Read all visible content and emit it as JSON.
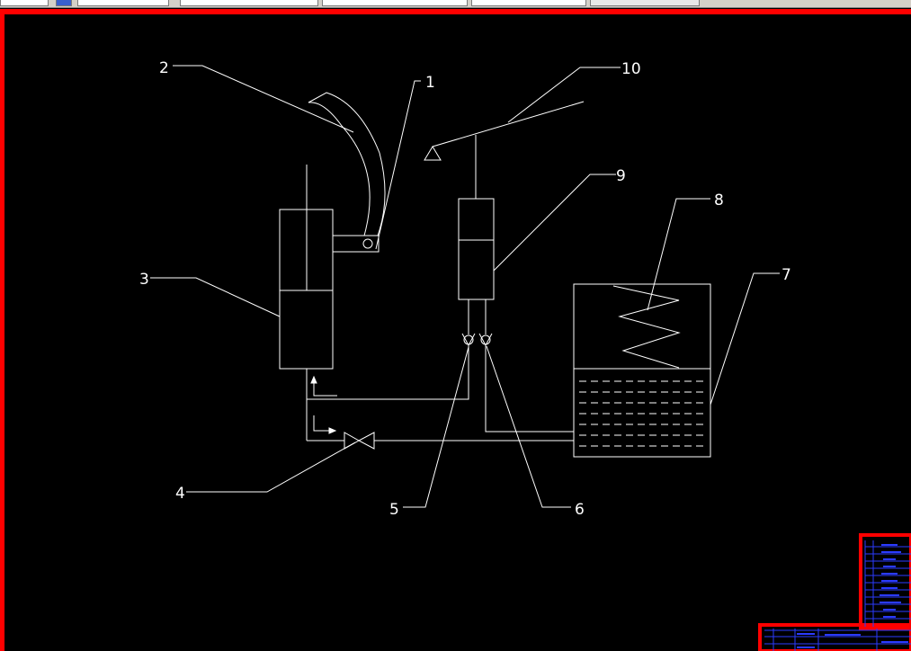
{
  "window": {
    "tab_count": 6
  },
  "colors": {
    "background": "#000000",
    "frame": "#ff0000",
    "lines": "#ffffff",
    "title_block": "#2b3bff"
  },
  "diagram": {
    "labels": [
      {
        "id": "1",
        "text": "1"
      },
      {
        "id": "2",
        "text": "2"
      },
      {
        "id": "3",
        "text": "3"
      },
      {
        "id": "4",
        "text": "4"
      },
      {
        "id": "5",
        "text": "5"
      },
      {
        "id": "6",
        "text": "6"
      },
      {
        "id": "7",
        "text": "7"
      },
      {
        "id": "8",
        "text": "8"
      },
      {
        "id": "9",
        "text": "9"
      },
      {
        "id": "10",
        "text": "10"
      }
    ]
  },
  "title_block": {
    "rows": 10
  }
}
